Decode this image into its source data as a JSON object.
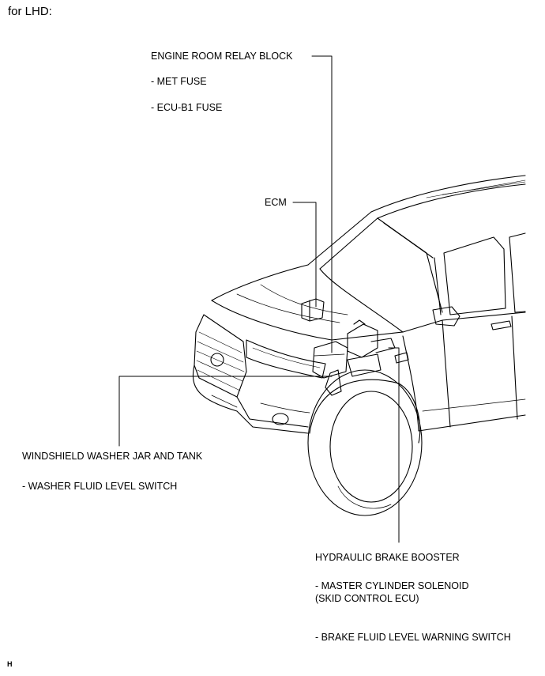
{
  "header": "for LHD:",
  "labels": {
    "relay_block": "ENGINE ROOM RELAY BLOCK",
    "met_fuse": "- MET FUSE",
    "ecu_b1_fuse": "- ECU-B1 FUSE",
    "ecm": "ECM",
    "washer_jar": "WINDSHIELD WASHER JAR AND TANK",
    "washer_switch": "- WASHER FLUID LEVEL SWITCH",
    "brake_booster": "HYDRAULIC BRAKE BOOSTER",
    "master_cyl_1": "- MASTER CYLINDER SOLENOID",
    "master_cyl_2": "(SKID CONTROL ECU)",
    "brake_switch": "- BRAKE FLUID LEVEL WARNING SWITCH"
  },
  "corner_mark": "H"
}
